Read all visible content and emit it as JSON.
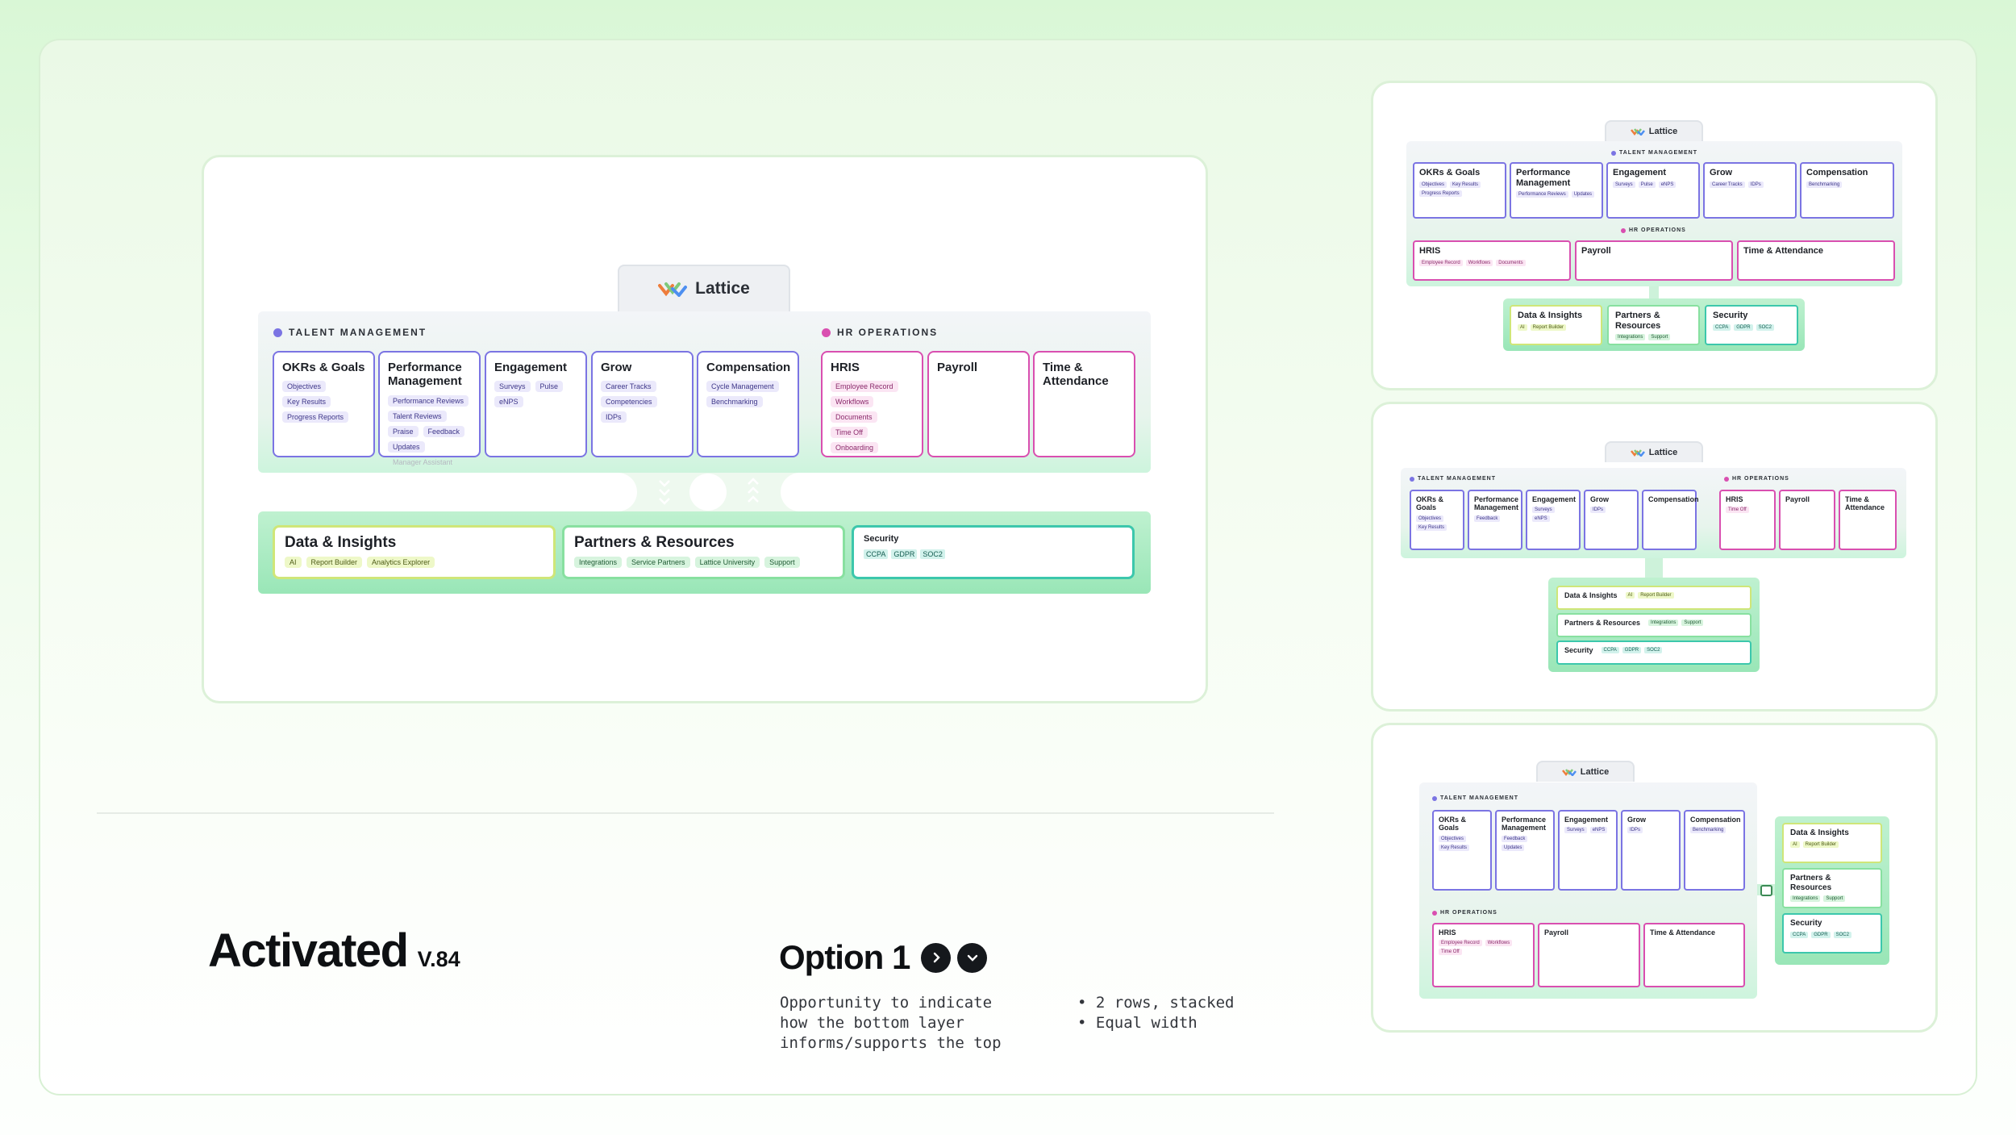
{
  "brand": {
    "name": "Lattice"
  },
  "sections": {
    "talent": "TALENT MANAGEMENT",
    "hr_ops": "HR OPERATIONS"
  },
  "talent_modules": [
    {
      "title": "OKRs & Goals",
      "tags": [
        "Objectives",
        "Key Results",
        "Progress Reports"
      ]
    },
    {
      "title": "Performance Management",
      "tags": [
        "Performance Reviews",
        "Talent Reviews",
        "Praise",
        "Feedback",
        "Updates"
      ],
      "dim_tag": "Manager Assistant"
    },
    {
      "title": "Engagement",
      "tags": [
        "Surveys",
        "Pulse",
        "eNPS"
      ]
    },
    {
      "title": "Grow",
      "tags": [
        "Career Tracks",
        "Competencies",
        "IDPs"
      ]
    },
    {
      "title": "Compensation",
      "tags": [
        "Cycle Management",
        "Benchmarking"
      ]
    }
  ],
  "hr_modules": [
    {
      "title": "HRIS",
      "tags": [
        "Employee Record",
        "Workflows",
        "Documents",
        "Time Off",
        "Onboarding"
      ]
    },
    {
      "title": "Payroll",
      "tags": []
    },
    {
      "title": "Time & Attendance",
      "tags": []
    }
  ],
  "foundation_modules": [
    {
      "title": "Data & Insights",
      "tags": [
        "AI",
        "Report Builder",
        "Analytics Explorer"
      ],
      "accent": "#cfe678"
    },
    {
      "title": "Partners & Resources",
      "tags": [
        "Integrations",
        "Service Partners",
        "Lattice University",
        "Support"
      ],
      "accent": "#88e0a0"
    },
    {
      "title": "Security",
      "tags": [
        "CCPA",
        "GDPR",
        "SOC2"
      ],
      "accent": "#3cc7ac"
    }
  ],
  "footer": {
    "title": "Activated",
    "version": "V.84",
    "option_title": "Option 1",
    "description": "Opportunity to indicate\nhow the bottom layer\ninforms/supports the top",
    "bullets": [
      "2 rows, stacked",
      "Equal width"
    ]
  },
  "icons": [
    "lattice-logo-icon",
    "chevron-right-icon",
    "chevron-down-icon",
    "chevron-down-arrows-icon",
    "chevron-up-arrows-icon"
  ],
  "colors": {
    "talent": "#7b74e3",
    "hr_ops": "#d94fb0",
    "data": "#cfe678",
    "partners": "#88e0a0",
    "security": "#3cc7ac"
  }
}
